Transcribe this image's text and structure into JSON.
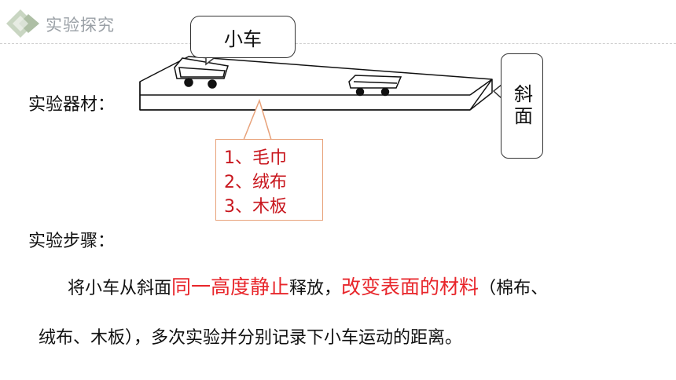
{
  "header": {
    "title": "实验探究",
    "logo_icon": "diamond-logo-icon"
  },
  "diagram": {
    "car_label": "小车",
    "slope_label": "斜面",
    "materials": [
      "1、毛巾",
      "2、绒布",
      "3、木板"
    ]
  },
  "content": {
    "equipment_label": "实验器材：",
    "steps_label": "实验步骤：",
    "step_line1": {
      "part1": "将小车从斜面",
      "highlight1": "同一高度静止",
      "part2": "释放，",
      "highlight2": "改变表面的材料",
      "part3": "（棉布、"
    },
    "step_line2": "绒布、木板），多次实验并分别记录下小车运动的距离。"
  },
  "colors": {
    "highlight": "#e8262b",
    "material_text": "#c8161d",
    "header_gray": "#9aa0a6",
    "callout_border": "#e8a27a"
  }
}
